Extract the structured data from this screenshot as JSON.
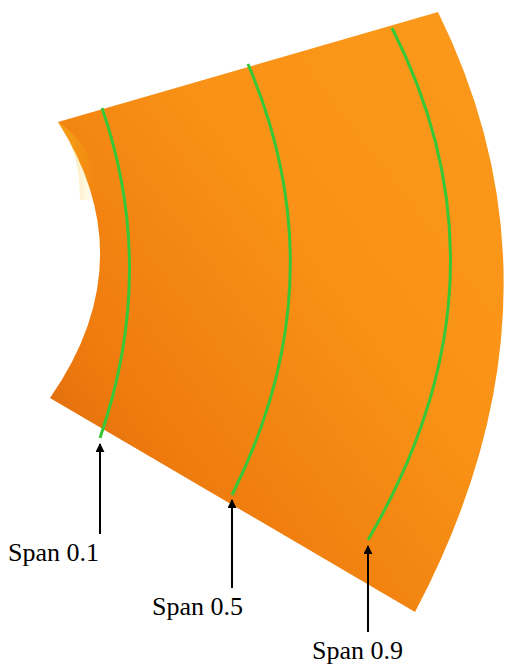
{
  "diagram": {
    "labels": [
      "Span 0.1",
      "Span 0.5",
      "Span 0.9"
    ]
  }
}
